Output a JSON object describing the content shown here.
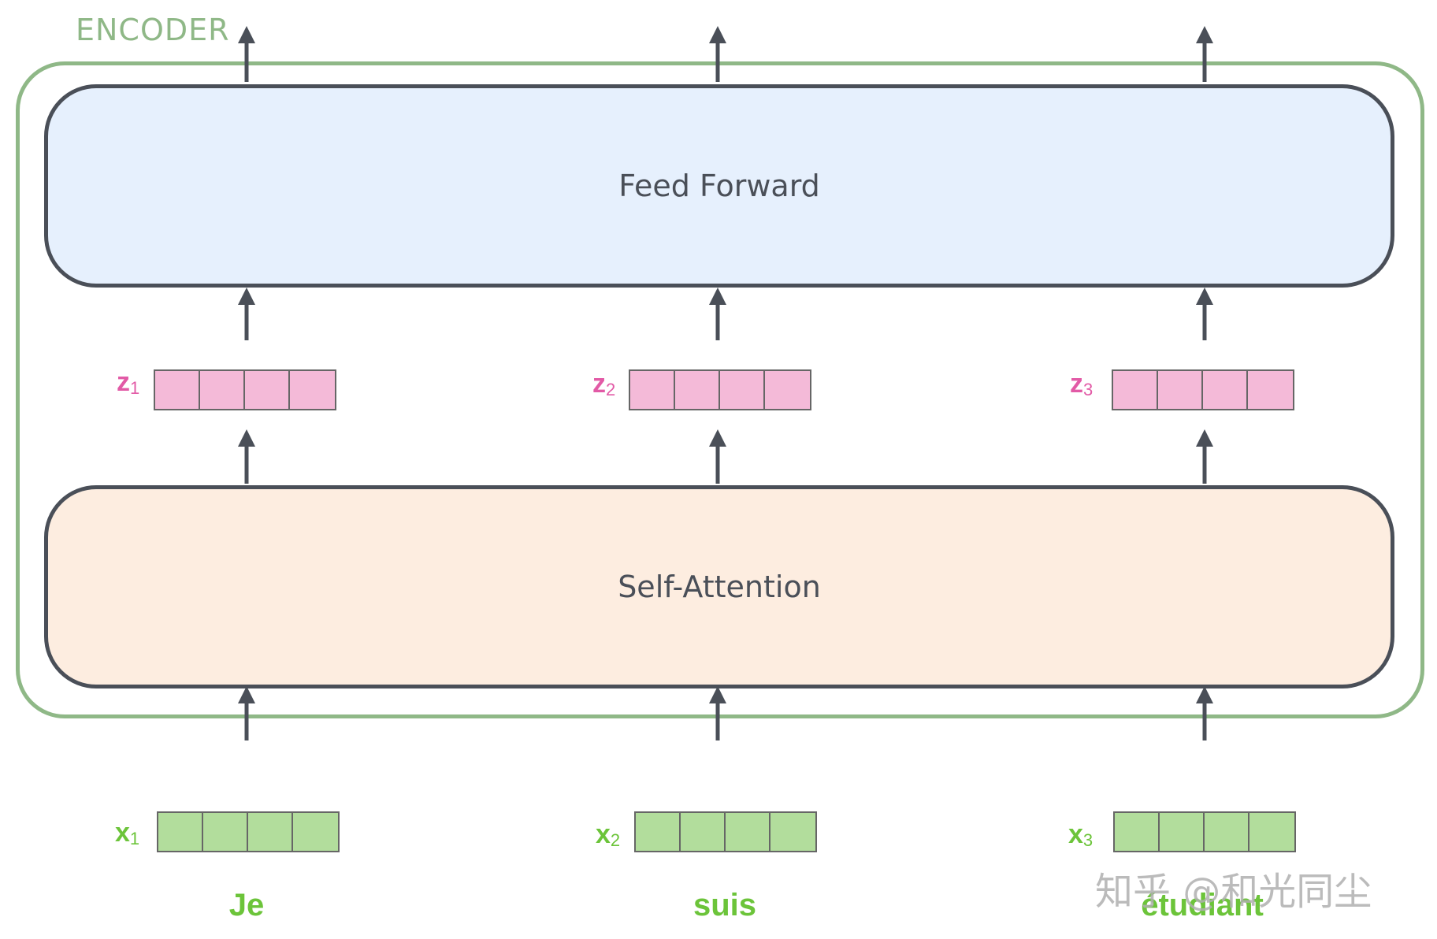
{
  "encoder": {
    "label": "ENCODER"
  },
  "layers": {
    "feed_forward": "Feed Forward",
    "self_attention": "Self-Attention"
  },
  "columns": [
    {
      "z": "z",
      "z_sub": "1",
      "x": "x",
      "x_sub": "1",
      "word": "Je"
    },
    {
      "z": "z",
      "z_sub": "2",
      "x": "x",
      "x_sub": "2",
      "word": "suis"
    },
    {
      "z": "z",
      "z_sub": "3",
      "x": "x",
      "x_sub": "3",
      "word": "étudiant"
    }
  ],
  "watermark": "知乎 @和光同尘",
  "colors": {
    "encoder_frame": "#8fb887",
    "layer_border": "#4a4f58",
    "feed_forward_fill": "#e6f0fd",
    "self_attention_fill": "#fdede0",
    "z_vector": "#f4bad8",
    "x_vector": "#b2dd9c",
    "z_label": "#e25aa6",
    "x_label": "#6cc43a",
    "arrow": "#4a4f58"
  }
}
